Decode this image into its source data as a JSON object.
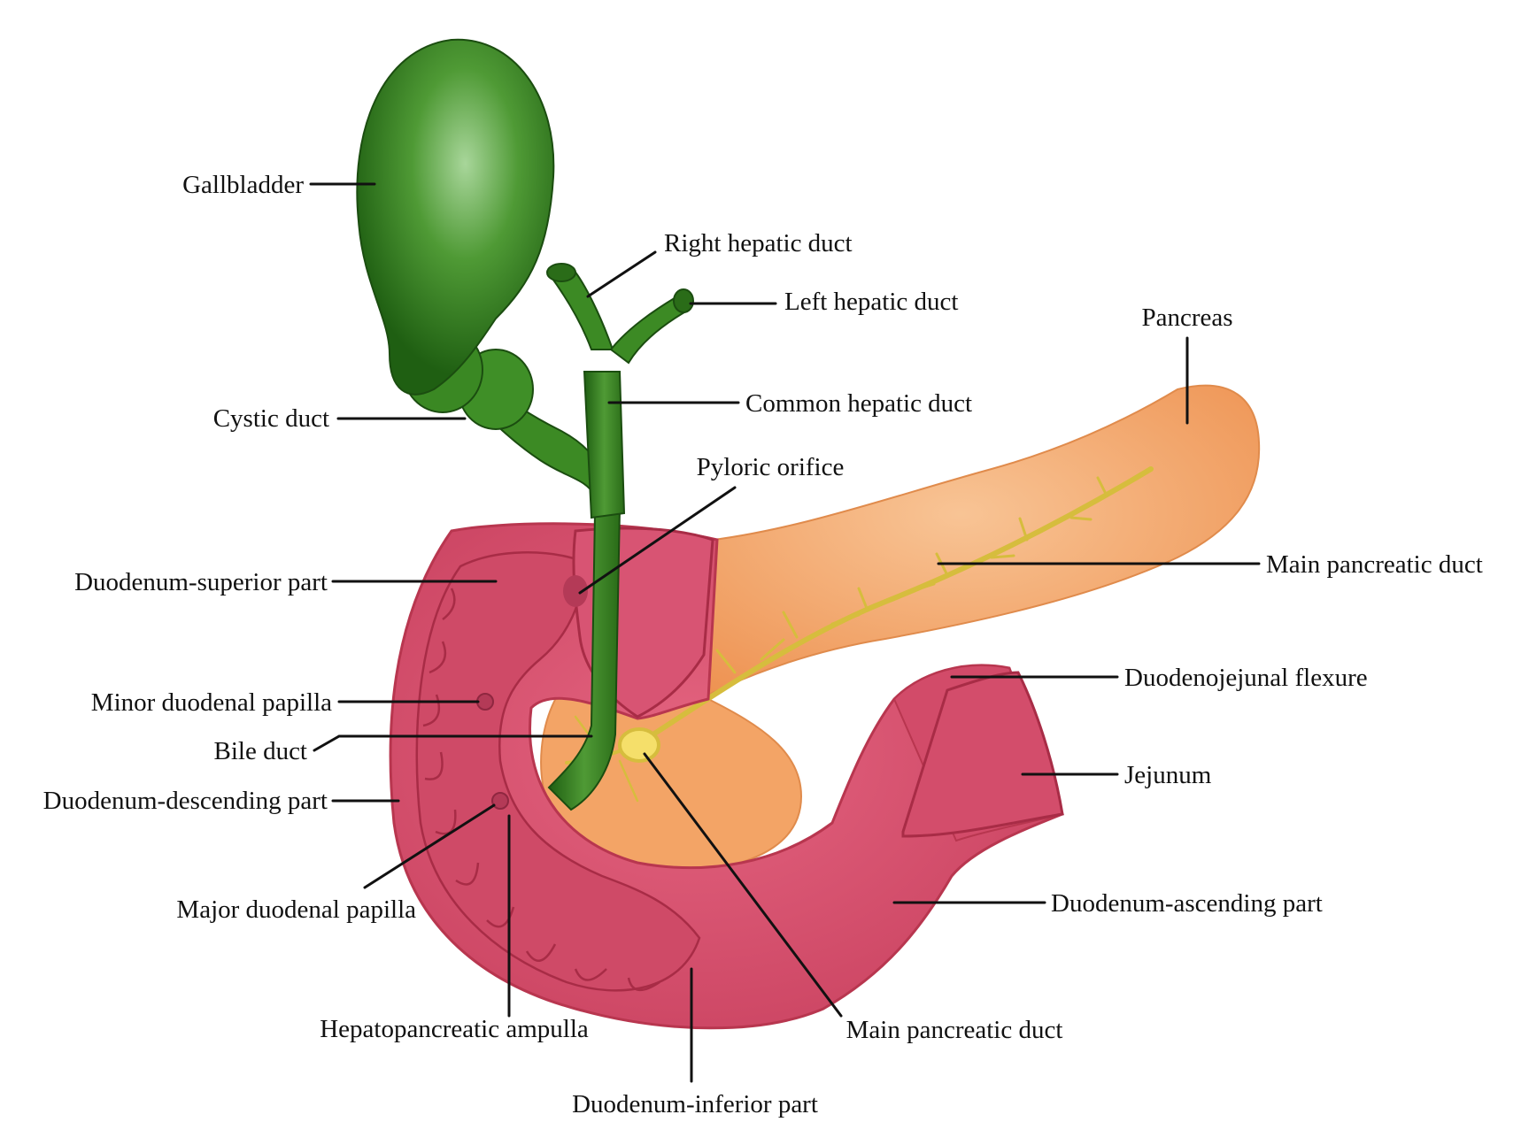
{
  "labels": {
    "gallbladder": "Gallbladder",
    "right_hepatic_duct": "Right hepatic duct",
    "left_hepatic_duct": "Left hepatic duct",
    "pancreas": "Pancreas",
    "cystic_duct": "Cystic duct",
    "common_hepatic_duct": "Common hepatic duct",
    "pyloric_orifice": "Pyloric orifice",
    "duodenum_superior": "Duodenum-superior part",
    "main_pancreatic_duct_right": "Main pancreatic duct",
    "duodenojejunal_flexure": "Duodenojejunal flexure",
    "minor_papilla": "Minor duodenal papilla",
    "bile_duct": "Bile duct",
    "jejunum": "Jejunum",
    "duodenum_descending": "Duodenum-descending part",
    "major_papilla": "Major duodenal papilla",
    "duodenum_ascending": "Duodenum-ascending part",
    "ampulla": "Hepatopancreatic ampulla",
    "main_pancreatic_duct_bottom": "Main pancreatic duct",
    "duodenum_inferior": "Duodenum-inferior part"
  },
  "colors": {
    "gallbladder": "#2f7d1a",
    "gallbladder_highlight": "#9fce8a",
    "duodenum": "#d9506f",
    "duodenum_dark": "#b8364f",
    "pancreas": "#f4a467",
    "pancreas_light": "#f8c08f",
    "pancreatic_duct": "#d8c04a"
  }
}
